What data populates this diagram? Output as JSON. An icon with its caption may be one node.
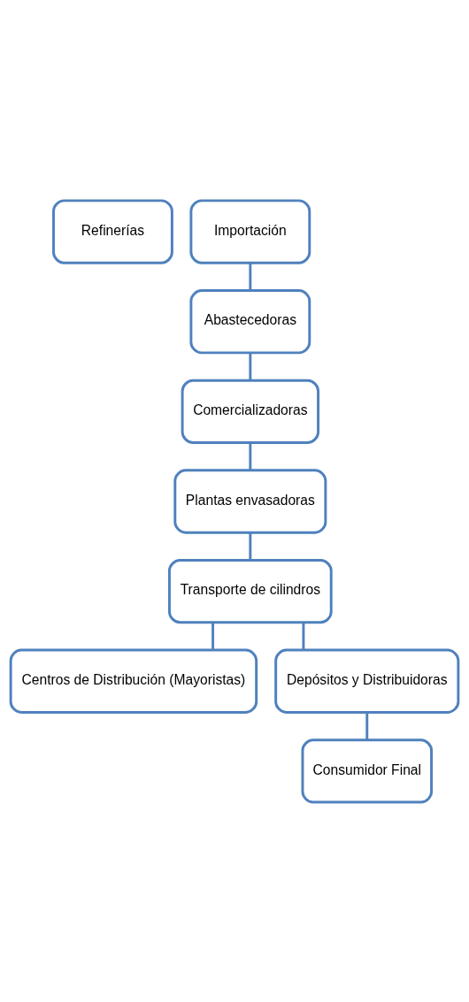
{
  "diagram": {
    "nodes": [
      {
        "text": [
          "Refinerías"
        ]
      },
      {
        "text": [
          "Importación"
        ]
      },
      {
        "text": [
          "Abastecedoras"
        ]
      },
      {
        "text": [
          "Comercializadoras"
        ]
      },
      {
        "text": [
          "Plantas envasadoras"
        ]
      },
      {
        "text": [
          "Transporte de cilindros"
        ]
      },
      {
        "text": [
          "Centros de Distribución (Mayoristas)"
        ]
      },
      {
        "text": [
          "Depósitos y Distribuidoras"
        ]
      },
      {
        "text": [
          "Consumidor Final"
        ]
      }
    ],
    "edges": [
      {
        "from": 1,
        "to": 2,
        "arrow": "none"
      },
      {
        "from": 2,
        "to": 3,
        "arrow": "none"
      },
      {
        "from": 3,
        "to": 4,
        "arrow": "none"
      },
      {
        "from": 4,
        "to": 5,
        "arrow": "none"
      },
      {
        "from": 5,
        "to": 6,
        "arrow": "none"
      },
      {
        "from": 5,
        "to": 7,
        "arrow": "none"
      },
      {
        "from": 7,
        "to": 8,
        "arrow": "none"
      }
    ]
  }
}
